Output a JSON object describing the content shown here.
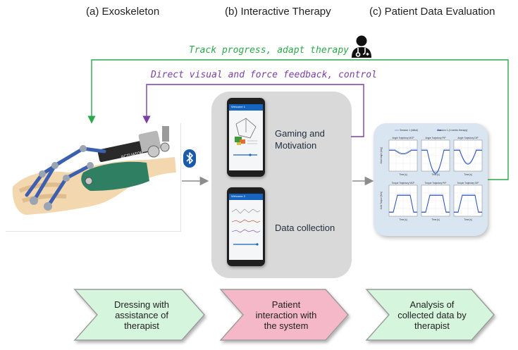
{
  "stages": {
    "exoskeleton": "(a) Exoskeleton",
    "therapy": "(b) Interactive Therapy",
    "evaluation": "(c) Patient Data Evaluation"
  },
  "feedback": {
    "outer_loop": "Track progress, adapt therapy",
    "inner_loop": "Direct visual and force feedback, control"
  },
  "device_label": "ACTUATOR",
  "modules": {
    "gaming": "Gaming and\nMotivation",
    "data": "Data collection"
  },
  "phone_screens": {
    "gaming_title": "Welcome 1",
    "data_title": "Welcome 2"
  },
  "plots": {
    "legend": [
      "Session 1 (initial)",
      "Session 1 (4 weeks therapy)"
    ],
    "angle_titles": [
      "Angle Trajectory MCP",
      "Angle Trajectory PIP",
      "Angle Trajectory DIP"
    ],
    "torque_titles": [
      "Torque Trajectory MCP",
      "Torque Trajectory PIP",
      "Torque Trajectory DIP"
    ],
    "angle_ylabel": "Joint Angle [deg]",
    "torque_ylabel": "Joint Torque [Nm]",
    "xlabel": "Time [s]"
  },
  "steps": [
    "Dressing with\nassistance of\ntherapist",
    "Patient\ninteraction with\nthe system",
    "Analysis of\ncollected data by\ntherapist"
  ],
  "colors": {
    "outer_loop": "#2ca84a",
    "inner_loop": "#7b3fa3",
    "flow_arrow": "#8c8c8c",
    "step_green": "#d5f5dc",
    "step_pink": "#f5b8c8",
    "bluetooth": "#1a5aa8",
    "plot_blue": "#2b4fb3"
  },
  "icons": [
    "doctor-icon",
    "bluetooth-icon",
    "phone-icon"
  ]
}
